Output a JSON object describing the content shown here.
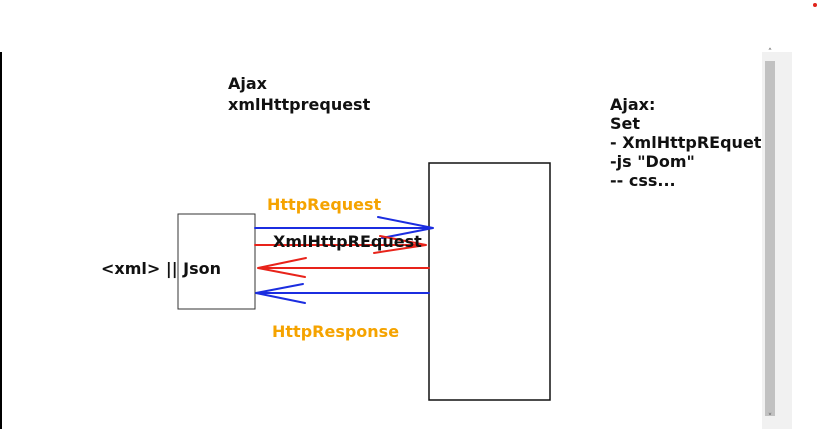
{
  "title": {
    "lines": [
      "Ajax",
      "xmlHttprequest"
    ]
  },
  "notes": {
    "lines": [
      "Ajax:",
      "Set",
      "- XmlHttpREquets",
      "-js \"Dom\"",
      "-- css..."
    ]
  },
  "client_label": "<xml> || Json",
  "arrows": {
    "http_request": "HttpRequest",
    "xml_http_request": "XmlHttpREquest",
    "http_response": "HttpResponse"
  },
  "colors": {
    "blue": "#1b2de0",
    "red": "#e8231a",
    "orange": "#f5a300",
    "text": "#111111"
  },
  "icons": {
    "scroll_up": "chevron-up-icon",
    "scroll_down": "chevron-down-icon"
  },
  "scroll": {
    "up_glyph": "˄",
    "down_glyph": "˅"
  }
}
